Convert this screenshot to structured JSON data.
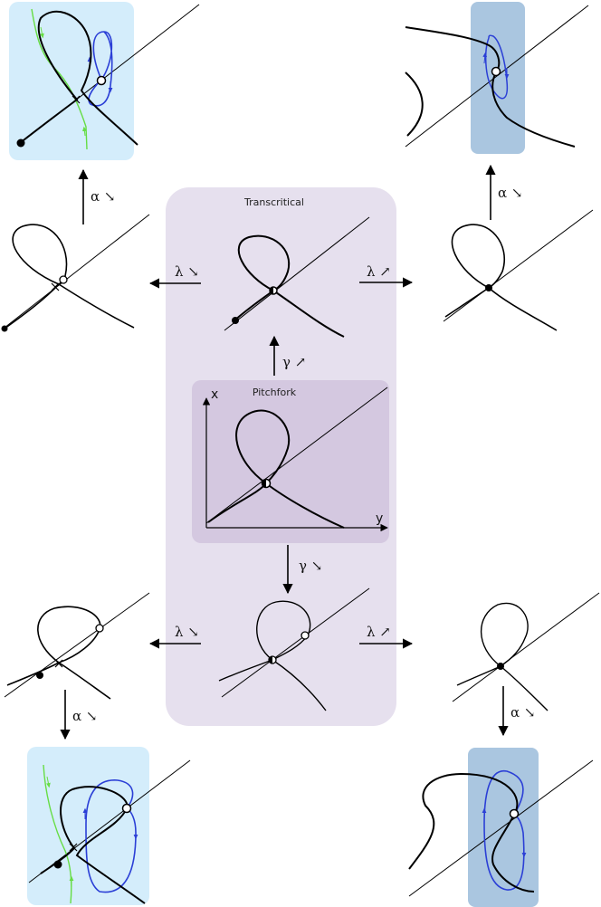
{
  "labels": {
    "transcritical": "Transcritical",
    "pitchfork": "Pitchfork",
    "x_axis": "y",
    "y_axis": "x"
  },
  "arrows": {
    "gamma_up": "γ ↗",
    "gamma_down": "γ ↘",
    "lambda_tl": "λ ↘",
    "lambda_tr": "λ ↗",
    "lambda_bl": "λ ↘",
    "lambda_br": "λ ↗",
    "alpha_tl": "α ↘",
    "alpha_tr": "α ↘",
    "alpha_bl": "α ↘",
    "alpha_br": "α ↘"
  },
  "colors": {
    "outer_panel": "#e6e0ee",
    "pitchfork_panel": "#d4c8e0",
    "light_blue": "#d4edfb",
    "steel_blue": "#aac6e0",
    "orbit_blue": "#2b3fd6",
    "manifold_green": "#66dd44",
    "curve": "#000000"
  }
}
